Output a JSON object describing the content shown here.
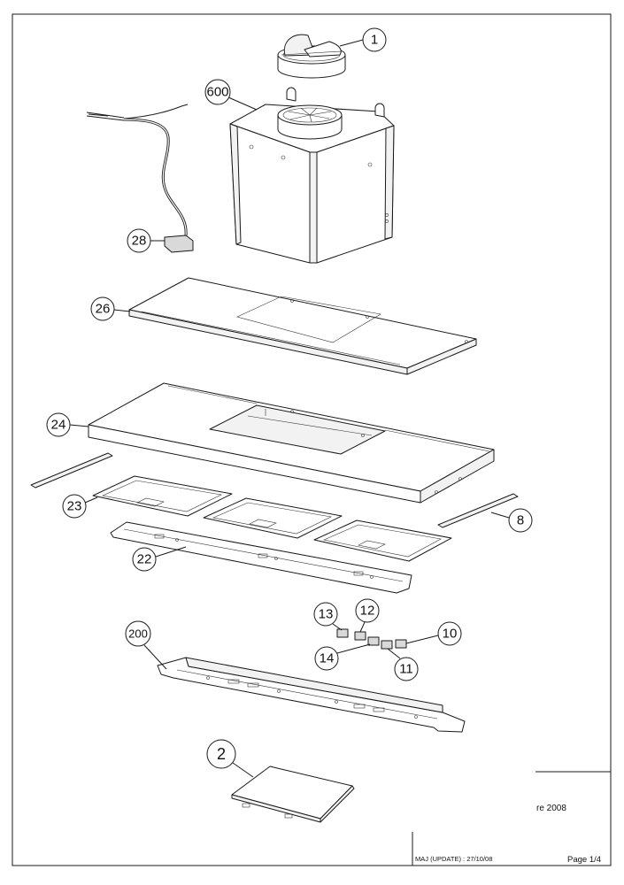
{
  "callouts": [
    "1",
    "600",
    "28",
    "26",
    "24",
    "23",
    "8",
    "22",
    "13",
    "12",
    "10",
    "14",
    "11",
    "200",
    "2"
  ],
  "title_block": {
    "date_fragment": "re 2008",
    "update": "MAJ (UPDATE) : 27/10/08",
    "page": "Page 1/4"
  }
}
